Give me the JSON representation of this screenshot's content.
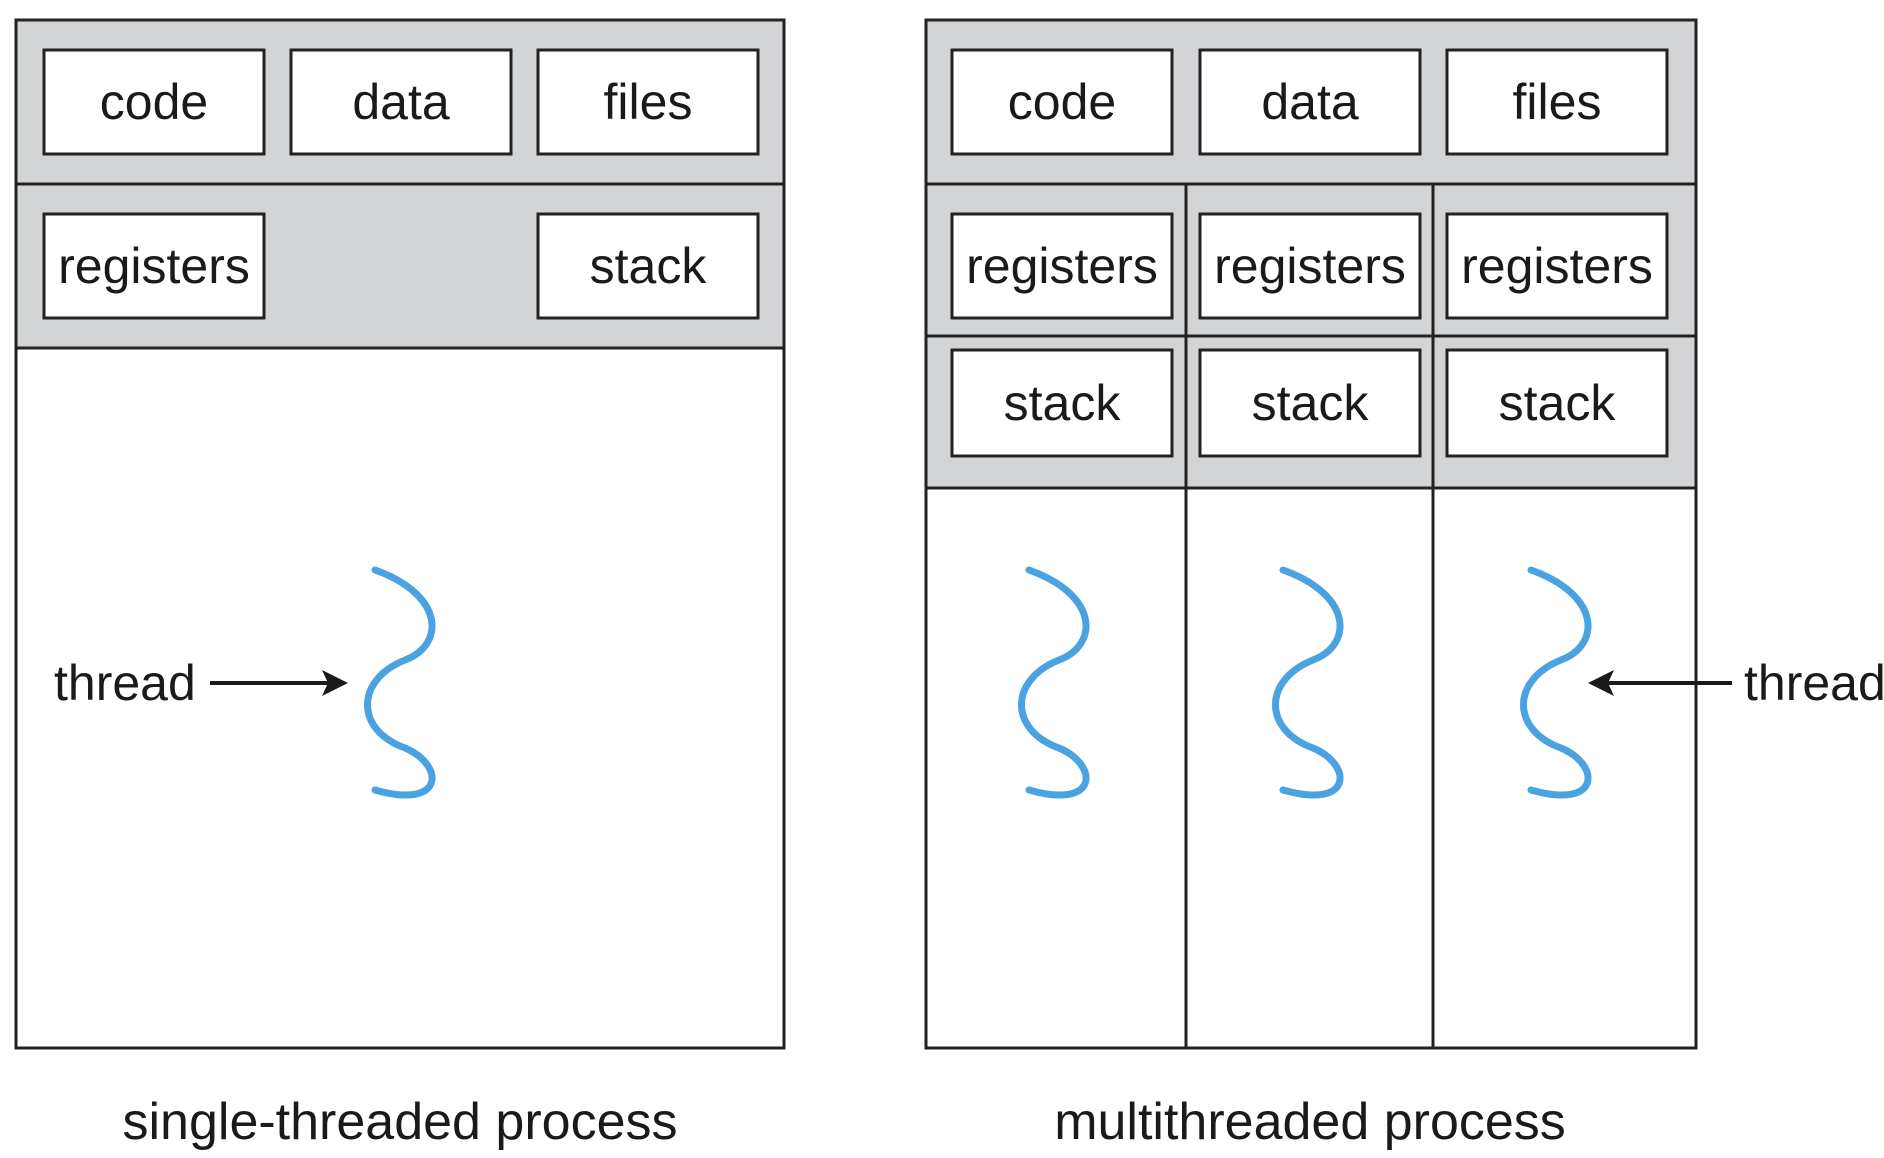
{
  "colors": {
    "thread": "#4aa3e0",
    "shared_band": "#d3d4d5",
    "outline": "#222222"
  },
  "single": {
    "shared_resources": [
      "code",
      "data",
      "files"
    ],
    "registers_label": "registers",
    "stack_label": "stack",
    "thread_label": "thread",
    "caption": "single-threaded process"
  },
  "multi": {
    "shared_resources": [
      "code",
      "data",
      "files"
    ],
    "threads": [
      {
        "registers": "registers",
        "stack": "stack"
      },
      {
        "registers": "registers",
        "stack": "stack"
      },
      {
        "registers": "registers",
        "stack": "stack"
      }
    ],
    "thread_label": "thread",
    "caption": "multithreaded process"
  }
}
